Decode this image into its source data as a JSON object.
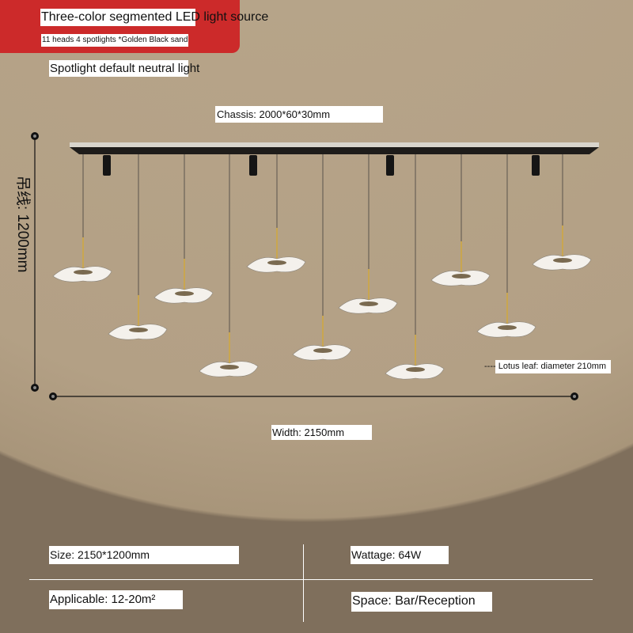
{
  "header": {
    "title": "Three-color segmented LED light source",
    "subtitle": "11 heads   4 spotlights *Golden   Black sand",
    "note": "Spotlight default neutral light"
  },
  "dimensions": {
    "chassis": "Chassis: 2000*60*30mm",
    "height": "吊线: 1200mm",
    "width": "Width: 2150mm",
    "leaf": "---- Lotus leaf: diameter 210mm"
  },
  "specs": {
    "size": "Size: 2150*1200mm",
    "wattage": "Wattage: 64W",
    "applicable": "Applicable: 12-20m²",
    "space": "Space: Bar/Reception"
  },
  "colors": {
    "badge": "#cc2a2a",
    "circle": "#b3a085",
    "background": "#7f6f5c"
  }
}
